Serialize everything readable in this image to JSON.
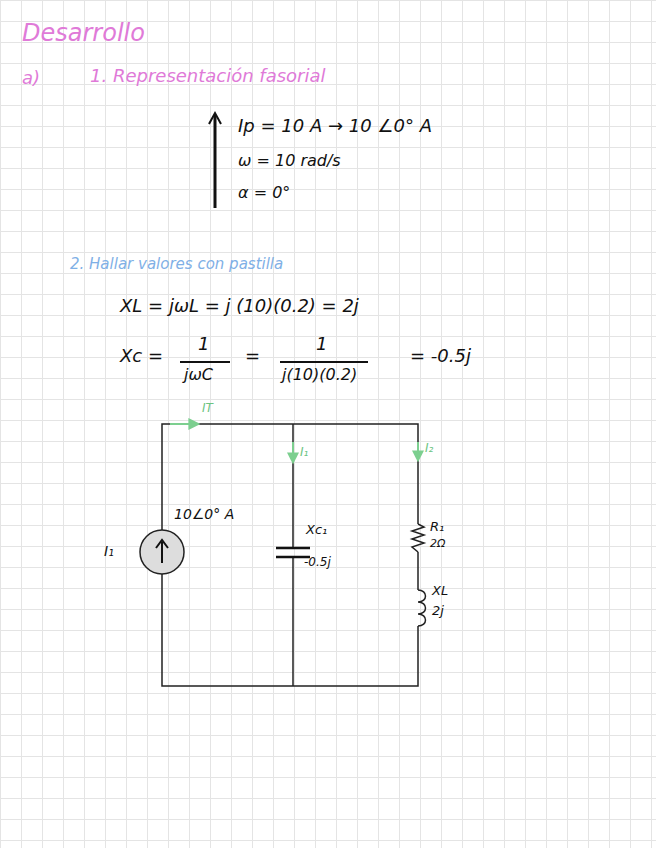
{
  "diagram": {
    "title": "Desarrollo",
    "labels": [
      "a)",
      "1. Representación fasorial",
      "Ip = 10 A → 10 ∠0° A",
      "ω = 10 rad/s",
      "α = 0°",
      "2. Hallar valores con pastilla",
      "XL = jωL = j (10)(0.2) = 2j",
      "Xc =",
      "1",
      "jωC",
      "=",
      "1",
      "j(10)(0.2)",
      "= -0.5j",
      "IT",
      "I₁",
      "I₂",
      "10∠0° A",
      "I₁",
      "Xc₁",
      "-0.5j",
      "R₁",
      "2Ω",
      "XL",
      "2j"
    ]
  }
}
